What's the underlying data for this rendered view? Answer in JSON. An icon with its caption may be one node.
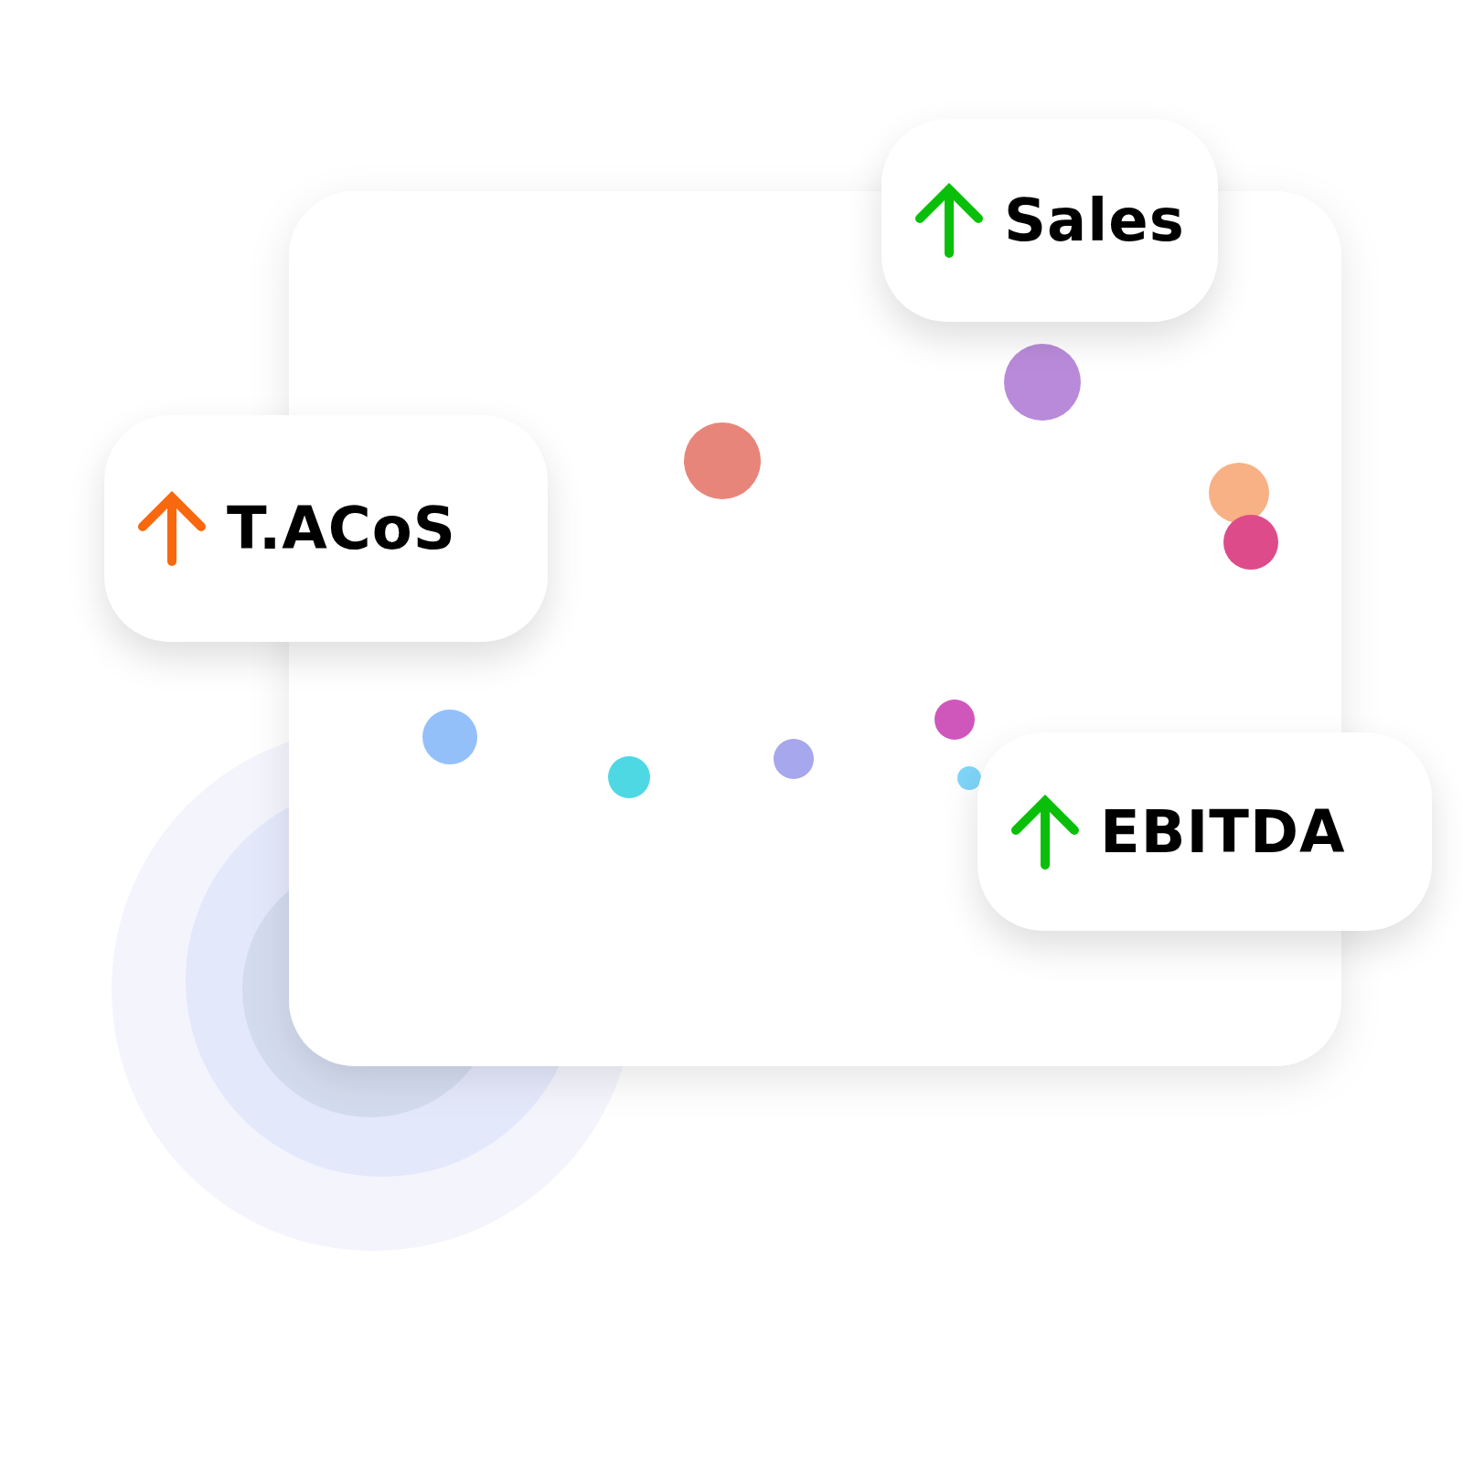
{
  "diagram": {
    "nodes": [
      {
        "text": [
          "Sales"
        ]
      },
      {
        "text": [
          "T.ACoS"
        ]
      },
      {
        "text": [
          "EBITDA"
        ]
      }
    ]
  }
}
